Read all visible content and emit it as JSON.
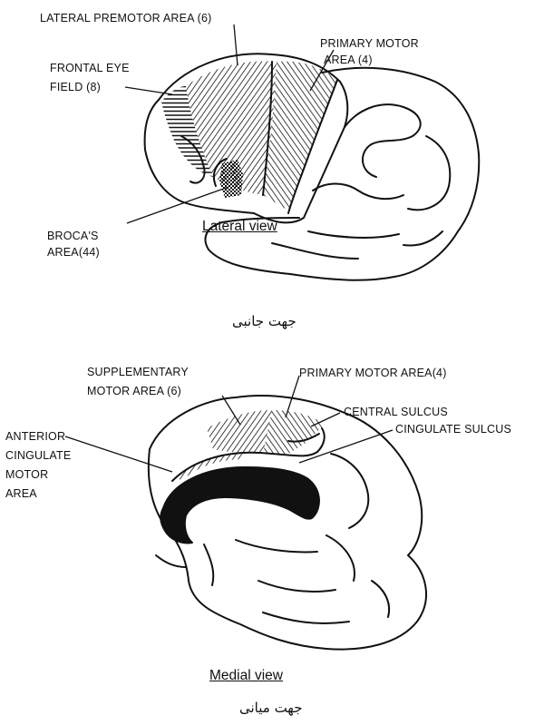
{
  "lateral": {
    "labels": {
      "lateral_premotor": "LATERAL PREMOTOR AREA (6)",
      "primary_motor_1": "PRIMARY MOTOR",
      "primary_motor_2": "AREA (4)",
      "frontal_eye_1": "FRONTAL EYE",
      "frontal_eye_2": "FIELD (8)",
      "broca_1": "BROCA'S",
      "broca_2": "AREA(44)"
    },
    "view_label": "Lateral view",
    "caption": "جهت جانبی"
  },
  "medial": {
    "labels": {
      "supplementary_1": "SUPPLEMENTARY",
      "supplementary_2": "MOTOR AREA (6)",
      "primary_motor": "PRIMARY MOTOR AREA(4)",
      "central_sulcus": "CENTRAL SULCUS",
      "cingulate_sulcus": "CINGULATE SULCUS",
      "anterior_1": "ANTERIOR",
      "anterior_2": "CINGULATE",
      "anterior_3": "MOTOR",
      "anterior_4": "AREA"
    },
    "view_label": "Medial view",
    "caption": "جهت میانی"
  }
}
